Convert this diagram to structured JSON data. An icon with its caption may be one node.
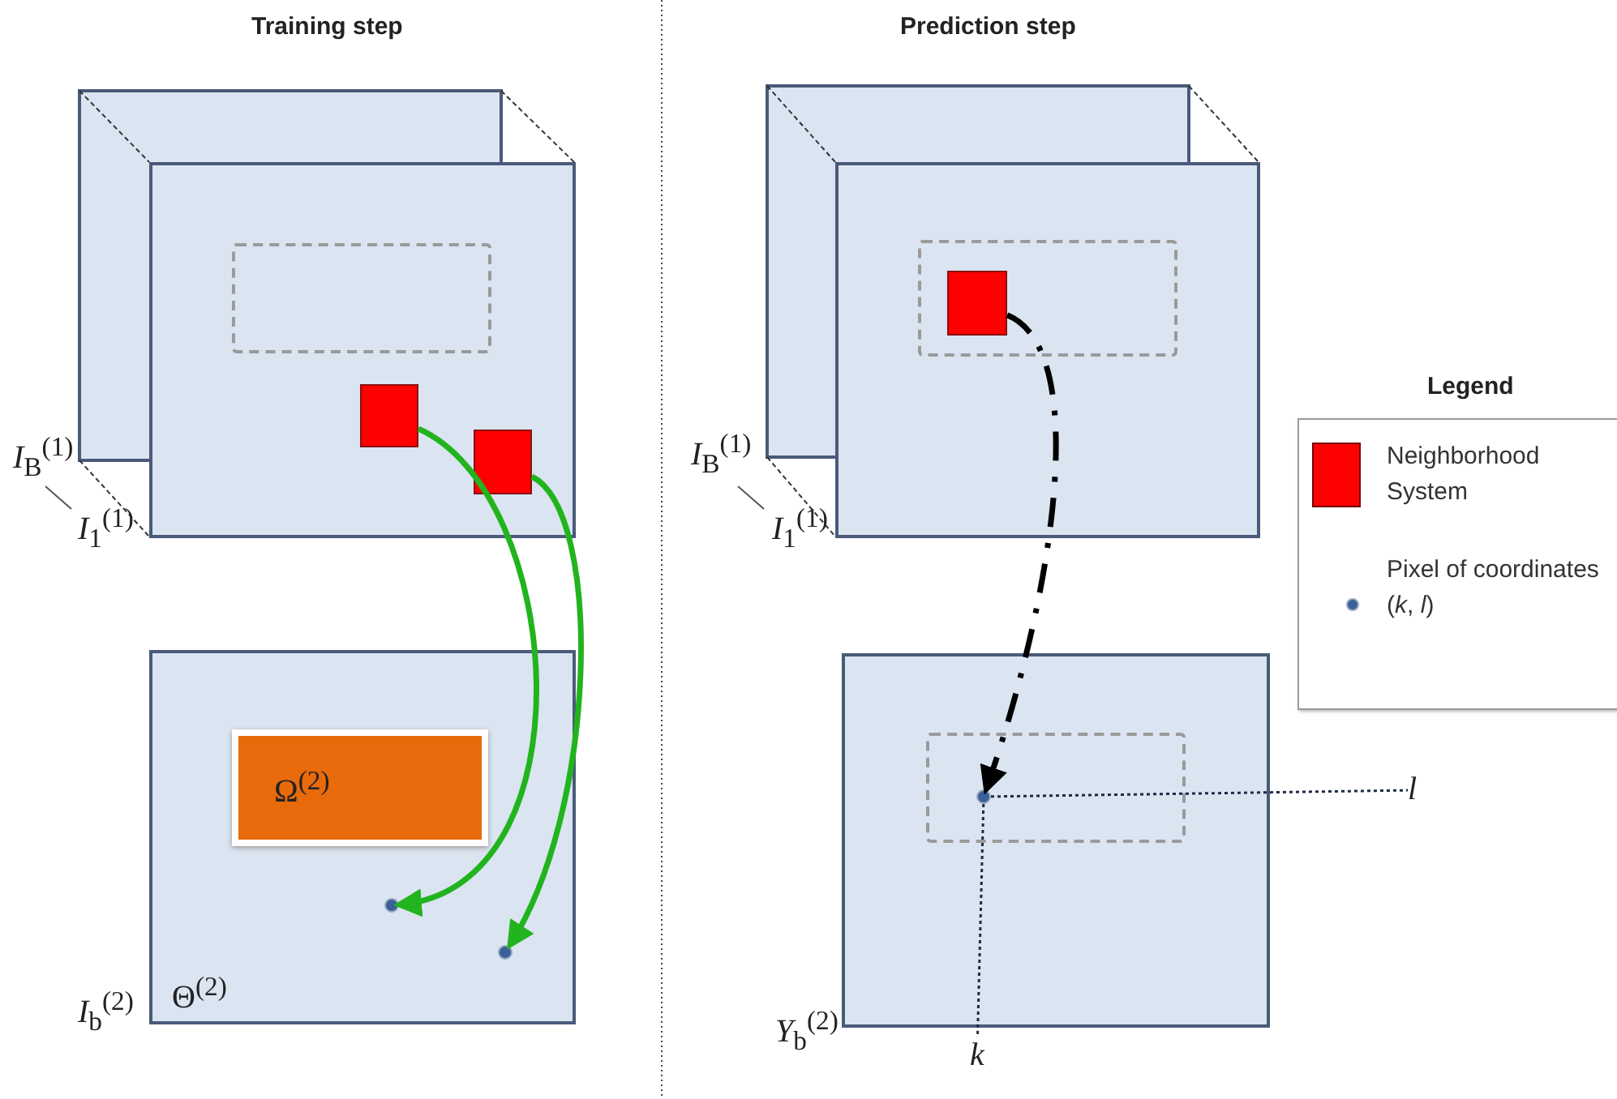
{
  "diagram": {
    "nodes": [
      {
        "text": [],
        "shape": "box",
        "beside": [
          "*I*$_{B}$$^{(1)}$",
          "*I*$_{1}$$^{(1)}$"
        ]
      },
      {
        "text": [],
        "shape": "box",
        "in": 0
      },
      {
        "text": [],
        "shape": "box",
        "in": 0
      },
      {
        "text": [],
        "shape": "box",
        "in": 0
      },
      {
        "text": [
          "Θ$^{(2)}$"
        ],
        "beside": [
          "*I*$_{b}$$^{(2)}$"
        ]
      },
      {
        "text": [
          "Ω$^{(2)}$"
        ],
        "in": 4
      },
      {
        "text": [],
        "shape": "circle",
        "in": 4
      },
      {
        "text": [],
        "shape": "circle",
        "in": 4
      },
      {
        "text": [],
        "shape": "box",
        "beside": [
          "*I*$_{B}$$^{(1)}$",
          "*I*$_{1}$$^{(1)}$"
        ]
      },
      {
        "text": [],
        "shape": "box",
        "in": 8
      },
      {
        "text": [],
        "shape": "box",
        "in": 9
      },
      {
        "text": [],
        "shape": "box",
        "beside": [
          "*Y*$_{b}$$^{(2)}$"
        ]
      },
      {
        "text": [],
        "shape": "box",
        "in": 11
      },
      {
        "text": [],
        "shape": "circle",
        "in": 12
      },
      {
        "text": [
          "*l*"
        ]
      },
      {
        "text": [
          "*k*"
        ]
      }
    ],
    "edges": [
      {
        "from": 2,
        "to": 6,
        "arrow": "to",
        "color": "#22b41e"
      },
      {
        "from": 3,
        "to": 7,
        "arrow": "to",
        "color": "#22b41e"
      },
      {
        "from": 10,
        "to": 13,
        "arrow": "to",
        "style": "dashed",
        "color": "#000000"
      },
      {
        "from": 13,
        "to": 14,
        "arrow": "none",
        "style": "dashed",
        "color": "#1f2a44"
      },
      {
        "from": 13,
        "to": 15,
        "arrow": "none",
        "style": "dashed",
        "color": "#1f2a44"
      }
    ],
    "labels": [
      "Training step",
      "Prediction step",
      "Legend"
    ],
    "legend": [
      {
        "text": "Neighborhood System",
        "color": "#ff0000"
      },
      {
        "text": "Pixel of coordinates (*k*, *l*)",
        "color": "#3a5f9a"
      }
    ]
  }
}
